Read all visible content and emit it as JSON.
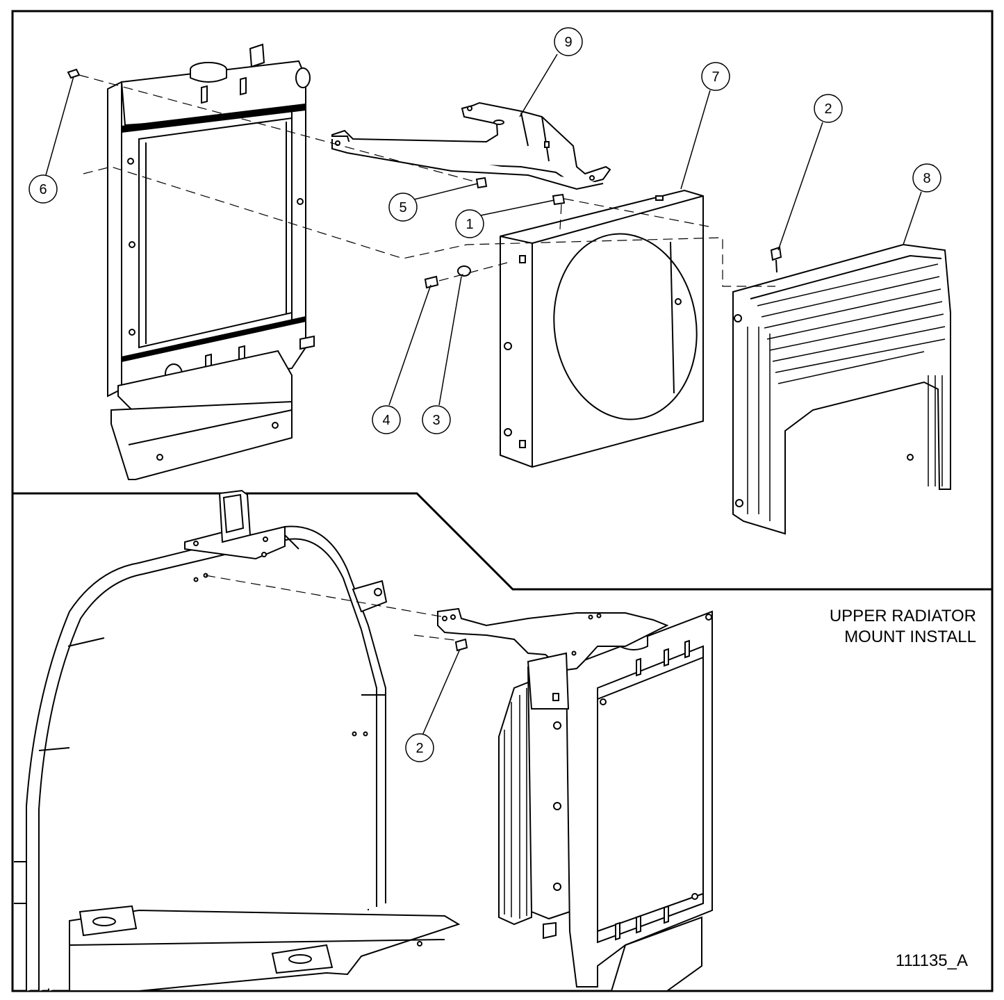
{
  "title": {
    "line1": "UPPER RADIATOR",
    "line2": "MOUNT INSTALL"
  },
  "drawing_number": "111135_A",
  "callouts": {
    "c1": "1",
    "c2a": "2",
    "c2b": "2",
    "c3": "3",
    "c4": "4",
    "c5": "5",
    "c6": "6",
    "c7": "7",
    "c8": "8",
    "c9": "9"
  },
  "colors": {
    "line": "#000000",
    "background": "#ffffff",
    "part_fill": "#ffffff"
  }
}
